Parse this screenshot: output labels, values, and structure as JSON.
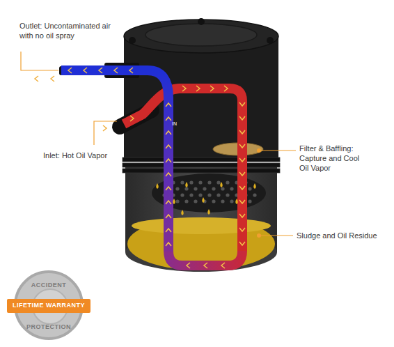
{
  "diagram": {
    "nodes": [
      {
        "text": [
          "ACCIDENT",
          "PROTECTION"
        ]
      },
      {
        "text": [
          "LIFETIME WARRANTY"
        ],
        "in": 0
      }
    ],
    "labels": [
      "Outlet: Uncontaminated air with no oil spray",
      "IN",
      "Inlet: Hot Oil Vapor",
      "Filter & Baffling: Capture and Cool Oil Vapor",
      "Sludge and Oil Residue"
    ]
  }
}
